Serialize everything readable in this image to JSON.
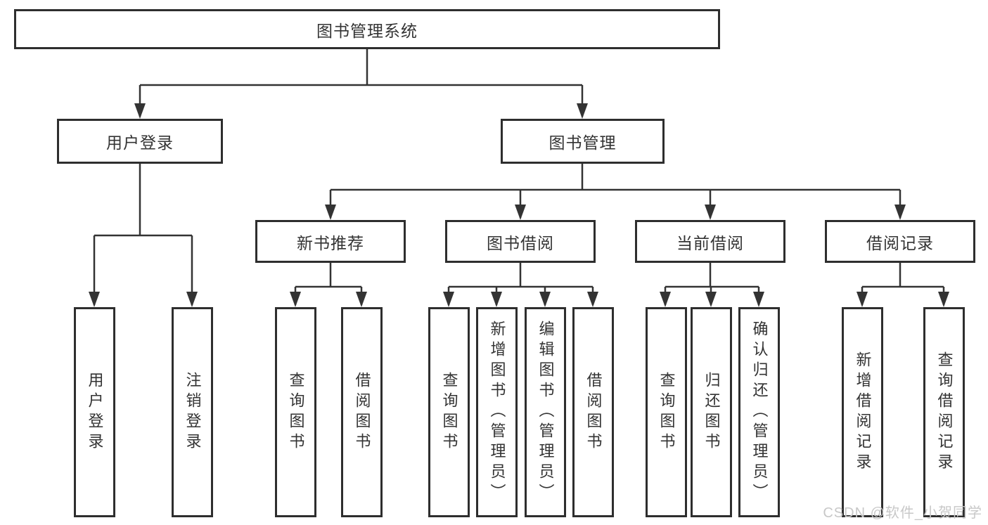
{
  "tree": {
    "root": "图书管理系统",
    "branches": [
      {
        "label": "用户登录",
        "leaves": [
          "用户登录",
          "注销登录"
        ]
      },
      {
        "label": "图书管理",
        "children": [
          {
            "label": "新书推荐",
            "leaves": [
              "查询图书",
              "借阅图书"
            ]
          },
          {
            "label": "图书借阅",
            "leaves": [
              "查询图书",
              "新增图书（管理员）",
              "编辑图书（管理员）",
              "借阅图书"
            ]
          },
          {
            "label": "当前借阅",
            "leaves": [
              "查询图书",
              "归还图书",
              "确认归还（管理员）"
            ]
          },
          {
            "label": "借阅记录",
            "leaves": [
              "新增借阅记录",
              "查询借阅记录"
            ]
          }
        ]
      }
    ]
  },
  "watermark": {
    "text": "CSDN @软件_小贺同学"
  },
  "colors": {
    "line": "#333333",
    "box_border": "#2e2e2e",
    "text": "#333333",
    "background": "#ffffff",
    "watermark": "#c8c8c8"
  }
}
